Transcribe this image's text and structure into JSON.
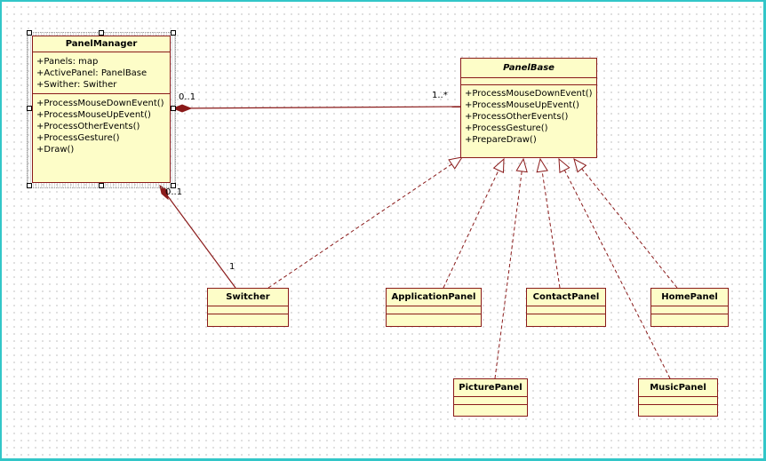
{
  "classes": {
    "panel_manager": {
      "name": "PanelManager",
      "attributes": [
        "+Panels: map",
        "+ActivePanel: PanelBase",
        "+Swither: Swither"
      ],
      "operations": [
        "+ProcessMouseDownEvent()",
        "+ProcessMouseUpEvent()",
        "+ProcessOtherEvents()",
        "+ProcessGesture()",
        "+Draw()"
      ]
    },
    "panel_base": {
      "name": "PanelBase",
      "operations": [
        "+ProcessMouseDownEvent()",
        "+ProcessMouseUpEvent()",
        "+ProcessOtherEvents()",
        "+ProcessGesture()",
        "+PrepareDraw()"
      ]
    },
    "switcher": {
      "name": "Switcher"
    },
    "application_panel": {
      "name": "ApplicationPanel"
    },
    "contact_panel": {
      "name": "ContactPanel"
    },
    "home_panel": {
      "name": "HomePanel"
    },
    "picture_panel": {
      "name": "PicturePanel"
    },
    "music_panel": {
      "name": "MusicPanel"
    }
  },
  "relations": {
    "manager_panels": {
      "source_multiplicity": "0..1",
      "target_multiplicity": "1..*"
    },
    "manager_switcher": {
      "source_multiplicity": "0..1",
      "target_multiplicity": "1"
    }
  },
  "colors": {
    "class_fill": "#fdfdc8",
    "class_border": "#8a1a1a",
    "window_border": "#32c6c8"
  }
}
